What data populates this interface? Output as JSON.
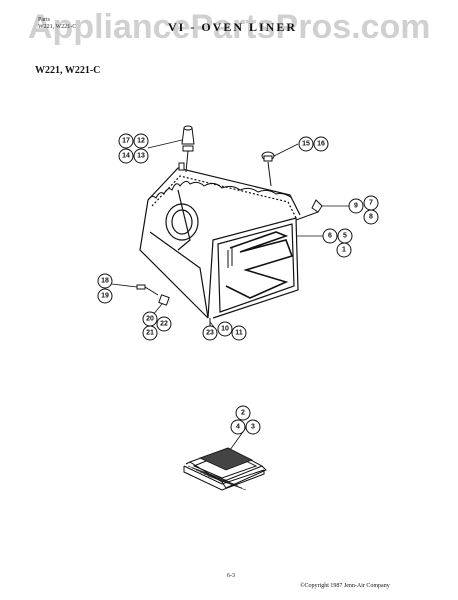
{
  "header": {
    "small_line1": "Parts",
    "small_line2": "W221, W221-C",
    "section_title": "VI - OVEN LINER",
    "watermark": "AppliancePartsPros.com"
  },
  "model_label": "W221, W221-C",
  "page_number": "6-3",
  "copyright": "©Copyright 1987 Jenn-Air Company",
  "callouts": [
    "17",
    "12",
    "14",
    "13",
    "15",
    "16",
    "9",
    "7",
    "8",
    "6",
    "5",
    "1",
    "18",
    "19",
    "20",
    "22",
    "21",
    "23",
    "10",
    "11",
    "2",
    "4",
    "3"
  ],
  "colors": {
    "ink": "#111111",
    "watermark": "#969696",
    "background": "#ffffff"
  }
}
